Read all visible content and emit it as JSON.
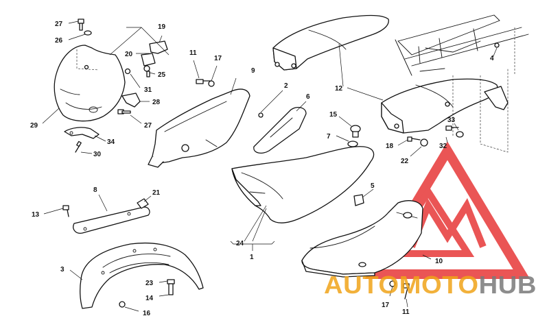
{
  "diagram": {
    "part_labels": [
      {
        "id": "27a",
        "text": "27"
      },
      {
        "id": "26",
        "text": "26"
      },
      {
        "id": "19",
        "text": "19"
      },
      {
        "id": "20",
        "text": "20"
      },
      {
        "id": "25",
        "text": "25"
      },
      {
        "id": "31",
        "text": "31"
      },
      {
        "id": "28",
        "text": "28"
      },
      {
        "id": "27b",
        "text": "27"
      },
      {
        "id": "29",
        "text": "29"
      },
      {
        "id": "34",
        "text": "34"
      },
      {
        "id": "30",
        "text": "30"
      },
      {
        "id": "11a",
        "text": "11"
      },
      {
        "id": "17a",
        "text": "17"
      },
      {
        "id": "9",
        "text": "9"
      },
      {
        "id": "2",
        "text": "2"
      },
      {
        "id": "6",
        "text": "6"
      },
      {
        "id": "15",
        "text": "15"
      },
      {
        "id": "7",
        "text": "7"
      },
      {
        "id": "12",
        "text": "12"
      },
      {
        "id": "4",
        "text": "4"
      },
      {
        "id": "33",
        "text": "33"
      },
      {
        "id": "18",
        "text": "18"
      },
      {
        "id": "32",
        "text": "32"
      },
      {
        "id": "22",
        "text": "22"
      },
      {
        "id": "8",
        "text": "8"
      },
      {
        "id": "21",
        "text": "21"
      },
      {
        "id": "13",
        "text": "13"
      },
      {
        "id": "3",
        "text": "3"
      },
      {
        "id": "23",
        "text": "23"
      },
      {
        "id": "14",
        "text": "14"
      },
      {
        "id": "16",
        "text": "16"
      },
      {
        "id": "24",
        "text": "24"
      },
      {
        "id": "1",
        "text": "1"
      },
      {
        "id": "5",
        "text": "5"
      },
      {
        "id": "10",
        "text": "10"
      },
      {
        "id": "17b",
        "text": "17"
      },
      {
        "id": "11b",
        "text": "11"
      }
    ]
  },
  "watermark": {
    "brand_first": "AUTO",
    "brand_middle": "MOTO",
    "brand_last": "HUB",
    "color_red": "#e52b2b",
    "color_orange": "#f0a419",
    "color_gray": "#7a7a7a"
  }
}
